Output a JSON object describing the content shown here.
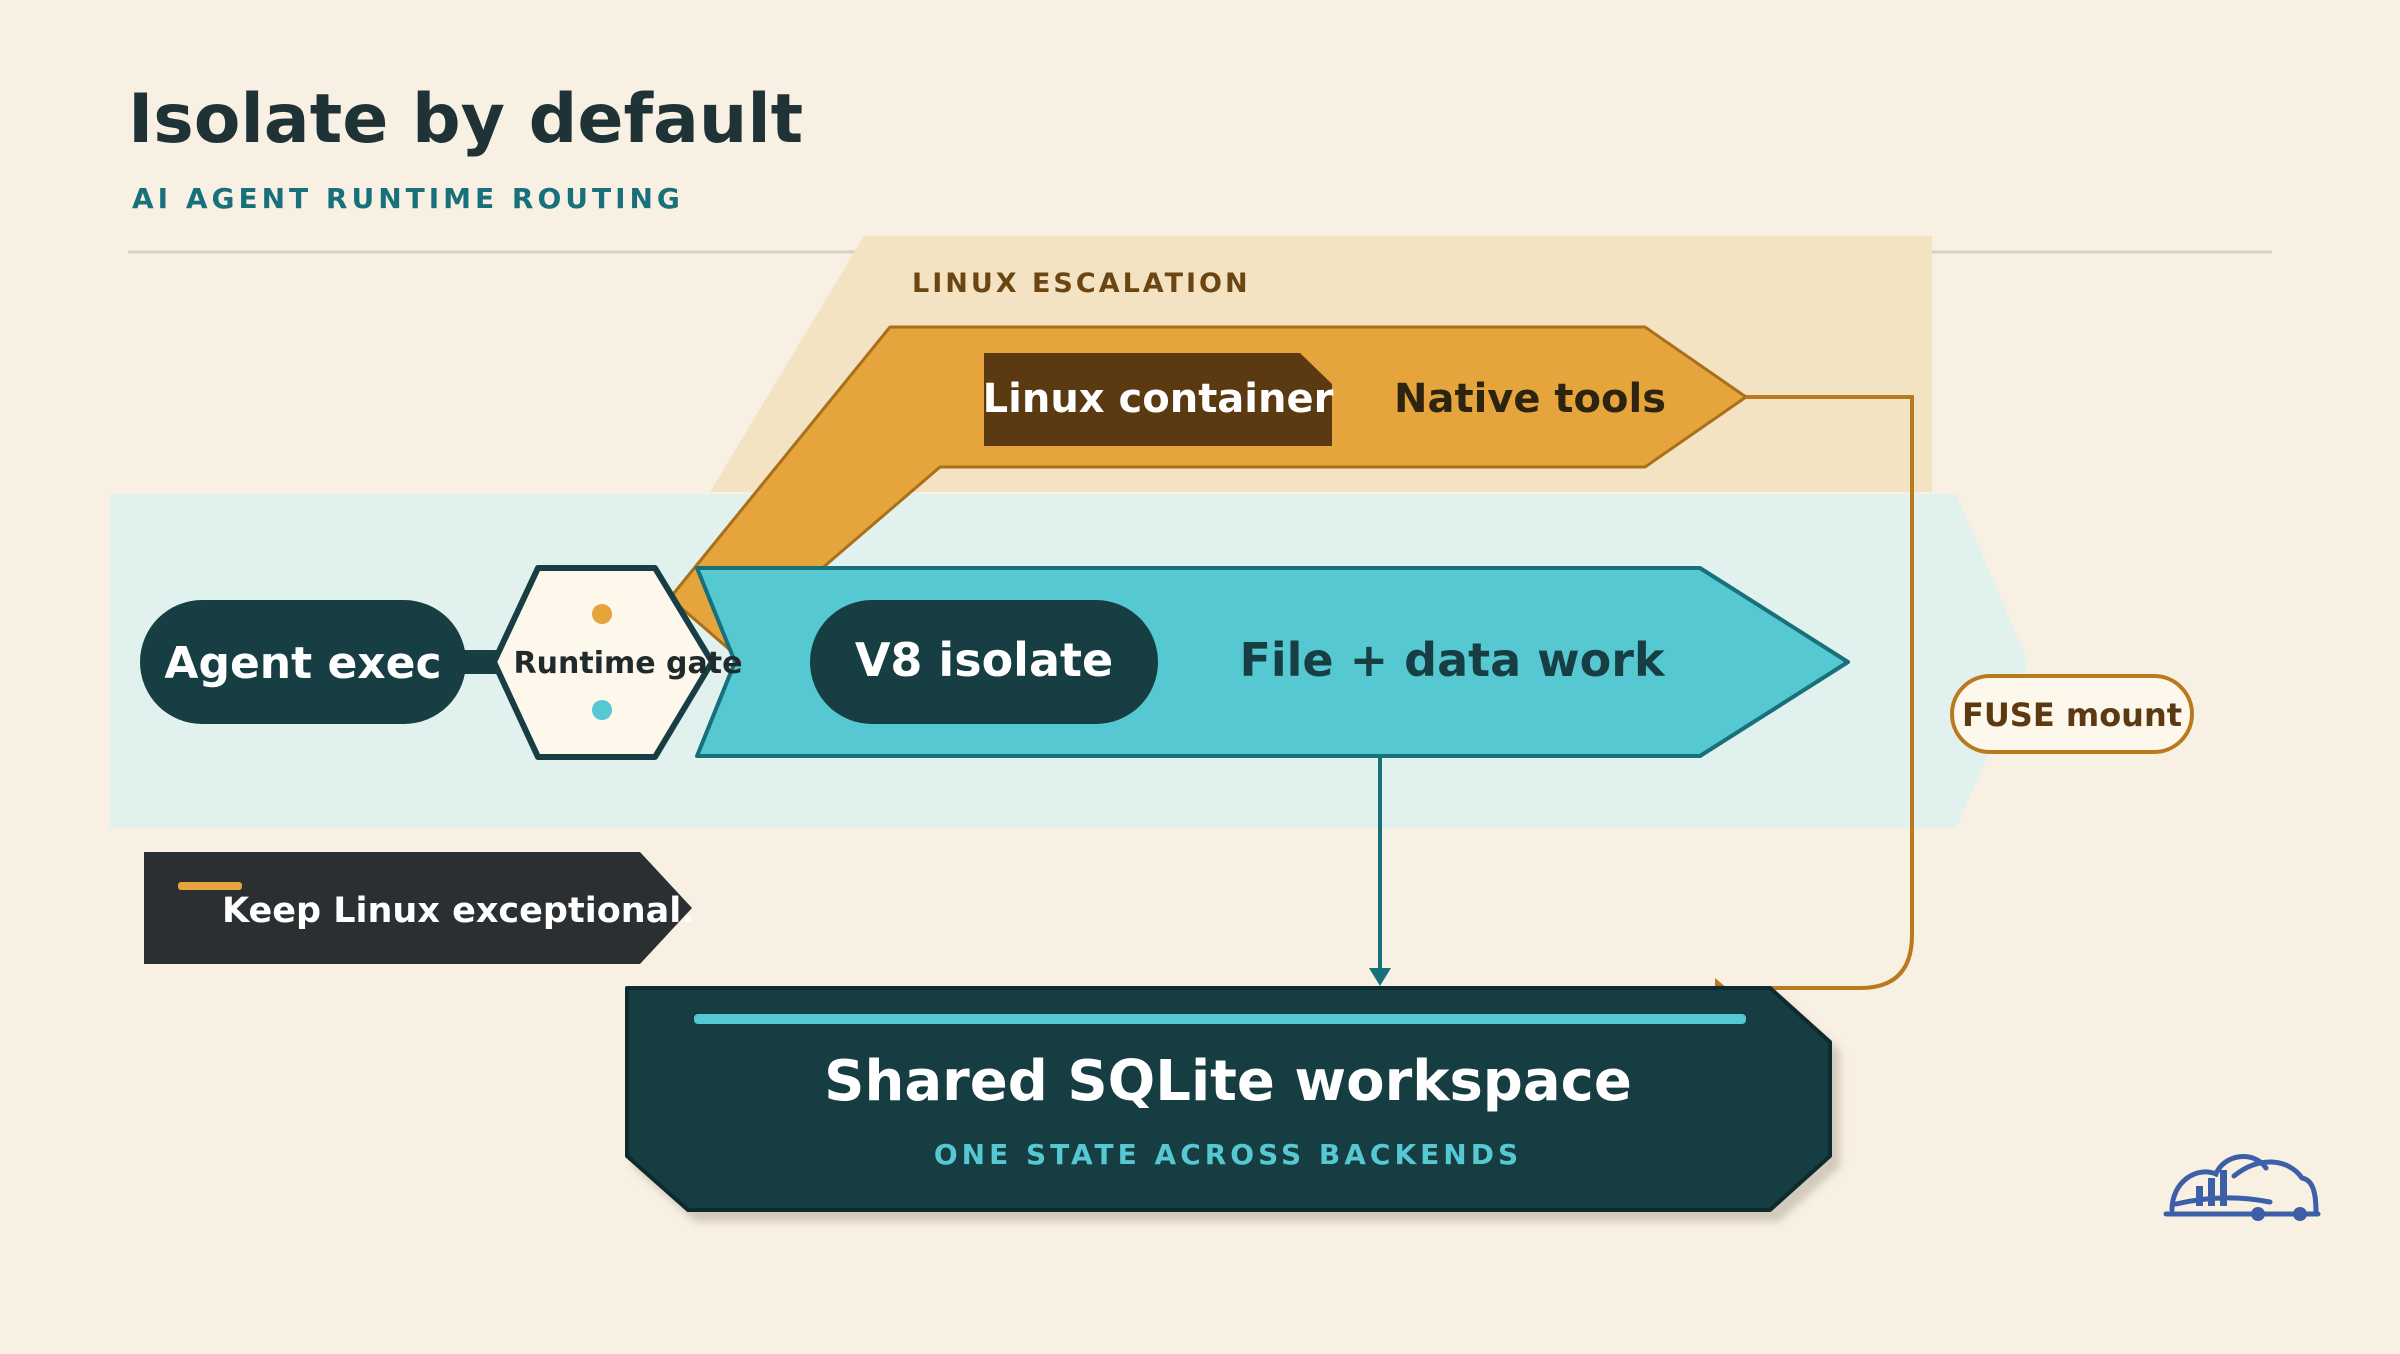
{
  "title": "Isolate by default",
  "subtitle": "AI AGENT RUNTIME ROUTING",
  "escalation_zone_label": "LINUX ESCALATION",
  "nodes": {
    "agent_exec": "Agent exec",
    "runtime_gate": "Runtime gate",
    "v8_isolate": "V8 isolate",
    "file_data_work": "File + data work",
    "linux_container": "Linux container",
    "native_tools": "Native tools",
    "fuse_mount": "FUSE mount",
    "shared_workspace": "Shared SQLite workspace",
    "shared_workspace_sub": "ONE STATE ACROSS BACKENDS"
  },
  "callout": "Keep Linux exceptional.",
  "logo": "cloud-car-logo",
  "colors": {
    "background": "#f8f0e3",
    "dark_teal": "#173e42",
    "teal": "#55c8d2",
    "teal_stroke": "#17707a",
    "amber": "#e5a53c",
    "amber_stroke": "#b97a1e",
    "brown": "#5b3a12",
    "charcoal": "#2b2f31",
    "pale_teal_band": "#dff0ee",
    "pale_amber_band": "#f3e3c3"
  }
}
